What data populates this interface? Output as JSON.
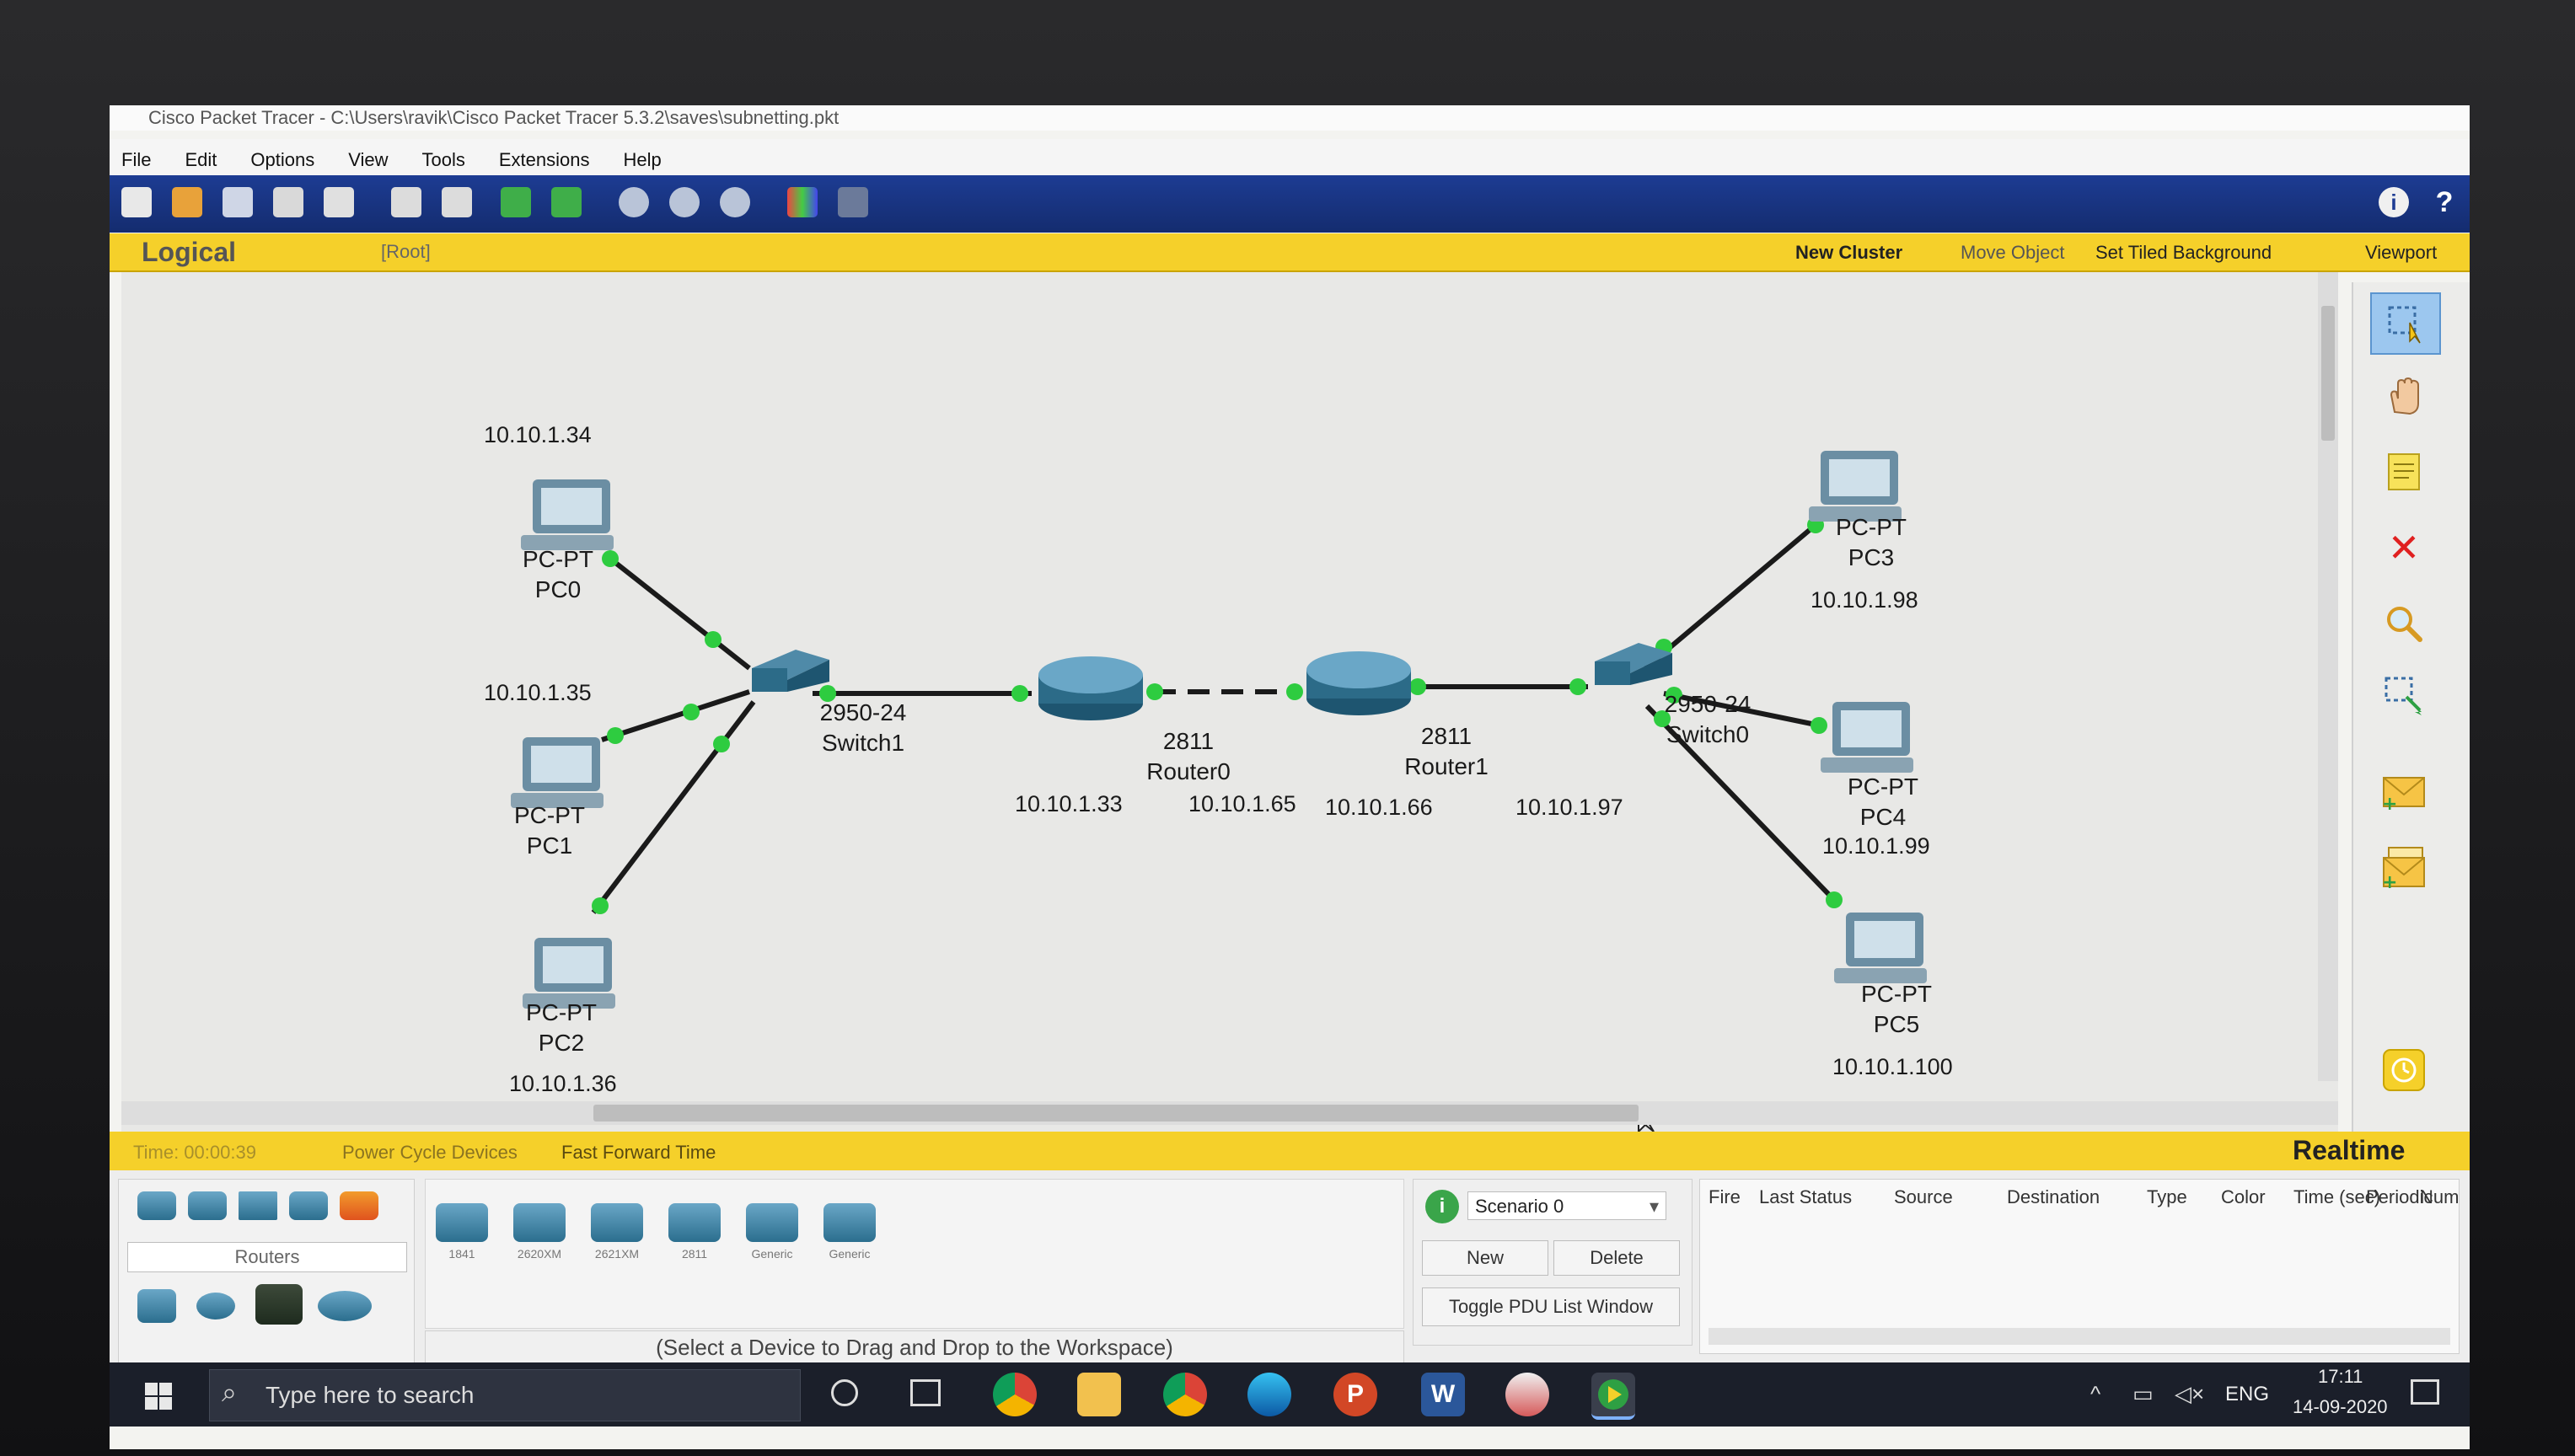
{
  "window": {
    "title": "Cisco Packet Tracer - C:\\Users\\ravik\\Cisco Packet Tracer 5.3.2\\saves\\subnetting.pkt"
  },
  "menu": [
    "File",
    "Edit",
    "Options",
    "View",
    "Tools",
    "Extensions",
    "Help"
  ],
  "logical_bar": {
    "mode": "Logical",
    "path": "[Root]",
    "new_cluster": "New Cluster",
    "move_object": "Move Object",
    "set_bg": "Set Tiled Background",
    "viewport": "Viewport"
  },
  "topology": {
    "pcs": [
      {
        "type": "PC-PT",
        "name": "PC0",
        "ip": "10.10.1.34"
      },
      {
        "type": "PC-PT",
        "name": "PC1",
        "ip": "10.10.1.35"
      },
      {
        "type": "PC-PT",
        "name": "PC2",
        "ip": "10.10.1.36"
      },
      {
        "type": "PC-PT",
        "name": "PC3",
        "ip": "10.10.1.98"
      },
      {
        "type": "PC-PT",
        "name": "PC4",
        "ip": "10.10.1.99"
      },
      {
        "type": "PC-PT",
        "name": "PC5",
        "ip": "10.10.1.100"
      }
    ],
    "switches": [
      {
        "model": "2950-24",
        "name": "Switch1"
      },
      {
        "model": "2950-24",
        "name": "Switch0"
      }
    ],
    "routers": [
      {
        "model": "2811",
        "name": "Router0",
        "ip_left": "10.10.1.33",
        "ip_right": "10.10.1.65"
      },
      {
        "model": "2811",
        "name": "Router1",
        "ip_left": "10.10.1.66",
        "ip_right": "10.10.1.97"
      }
    ]
  },
  "timebar": {
    "time": "Time: 00:00:39",
    "power_cycle": "Power Cycle Devices",
    "fast_forward": "Fast Forward Time",
    "mode": "Realtime"
  },
  "device_panel": {
    "category": "Routers",
    "models": [
      "1841",
      "2620XM",
      "2621XM",
      "2811",
      "Generic",
      "Generic"
    ],
    "hint": "(Select a Device to Drag and Drop to the Workspace)"
  },
  "scenario": {
    "selected": "Scenario 0",
    "new": "New",
    "delete": "Delete",
    "toggle": "Toggle PDU List Window"
  },
  "pdu_columns": [
    "Fire",
    "Last Status",
    "Source",
    "Destination",
    "Type",
    "Color",
    "Time (sec)",
    "Periodic",
    "Num"
  ],
  "taskbar": {
    "search_placeholder": "Type here to search",
    "lang": "ENG",
    "time": "17:11",
    "date": "14-09-2020"
  },
  "colors": {
    "link_light": "#2ecc40",
    "accent_yellow": "#f5d02a",
    "toolbar_blue": "#1d3c93"
  }
}
